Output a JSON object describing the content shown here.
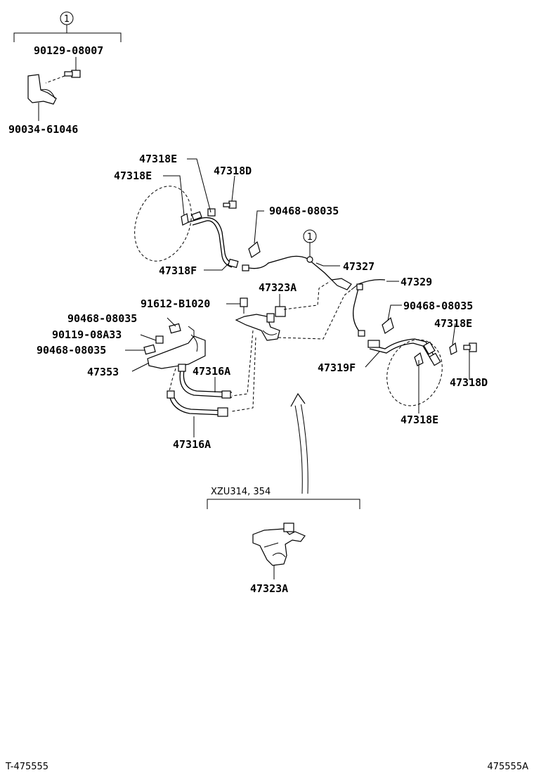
{
  "kit_group": {
    "circle_ref": "1",
    "part_bolt": "90129-08007",
    "part_clamp": "90034-61046"
  },
  "labels": {
    "p47318E_a": "47318E",
    "p47318E_b": "47318E",
    "p47318D_a": "47318D",
    "p90468_08035_a": "90468-08035",
    "p47318F": "47318F",
    "circle_ref_main": "1",
    "p47327": "47327",
    "p47323A_a": "47323A",
    "p47329": "47329",
    "p91612": "91612-B1020",
    "p90468_08035_b": "90468-08035",
    "p90468_08035_c": "90468-08035",
    "p90119": "90119-08A33",
    "p90468_08035_d": "90468-08035",
    "p47318E_c": "47318E",
    "p47353": "47353",
    "p47316A_a": "47316A",
    "p47319F": "47319F",
    "p47318D_b": "47318D",
    "p47318E_d": "47318E",
    "p47316A_b": "47316A"
  },
  "variant": {
    "model_note": "XZU314, 354",
    "part": "47323A"
  },
  "footer": {
    "left_code": "T-475555",
    "right_code": "475555A"
  }
}
